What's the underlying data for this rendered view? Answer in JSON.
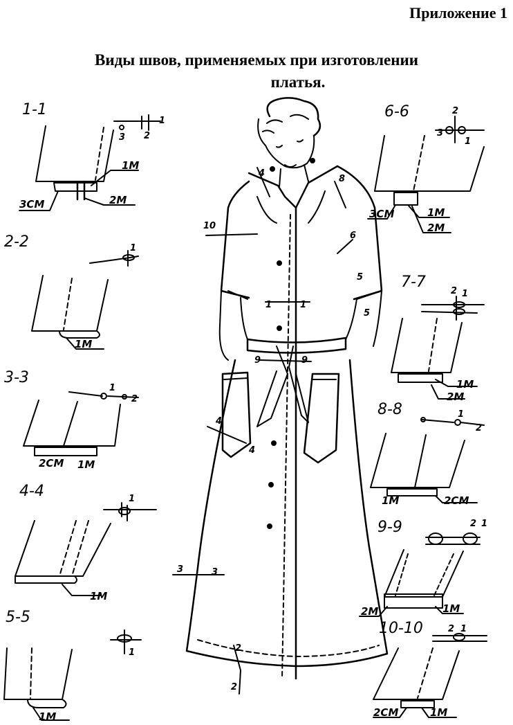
{
  "header": {
    "appendix": "Приложение 1",
    "title_line1": "Виды швов, применяемых при изготовлении",
    "title_line2": "платья."
  },
  "seams": [
    {
      "id": "1-1",
      "marks": [
        "1М",
        "2М",
        "3СМ"
      ],
      "small": [
        "1",
        "2",
        "3"
      ]
    },
    {
      "id": "2-2",
      "marks": [
        "1М"
      ],
      "small": [
        "1"
      ]
    },
    {
      "id": "3-3",
      "marks": [
        "2СМ",
        "1М"
      ],
      "small": [
        "1",
        "2"
      ]
    },
    {
      "id": "4-4",
      "marks": [
        "1М"
      ],
      "small": [
        "1"
      ]
    },
    {
      "id": "5-5",
      "marks": [
        "1М"
      ],
      "small": [
        "1"
      ]
    },
    {
      "id": "6-6",
      "marks": [
        "3СМ",
        "1М",
        "2М"
      ],
      "small": [
        "2",
        "3",
        "1"
      ]
    },
    {
      "id": "7-7",
      "marks": [
        "1М",
        "2М"
      ],
      "small": [
        "2",
        "1"
      ]
    },
    {
      "id": "8-8",
      "marks": [
        "1М",
        "2СМ"
      ],
      "small": [
        "1",
        "2"
      ]
    },
    {
      "id": "9-9",
      "marks": [
        "2М",
        "1М"
      ],
      "small": [
        "2",
        "1"
      ]
    },
    {
      "id": "10-10",
      "marks": [
        "2СМ",
        "1М"
      ],
      "small": [
        "2",
        "1"
      ]
    }
  ],
  "dress_marks": [
    "4",
    "8",
    "10",
    "6",
    "5",
    "5",
    "1",
    "1",
    "9",
    "9",
    "4",
    "4",
    "3",
    "3",
    "2",
    "2"
  ]
}
